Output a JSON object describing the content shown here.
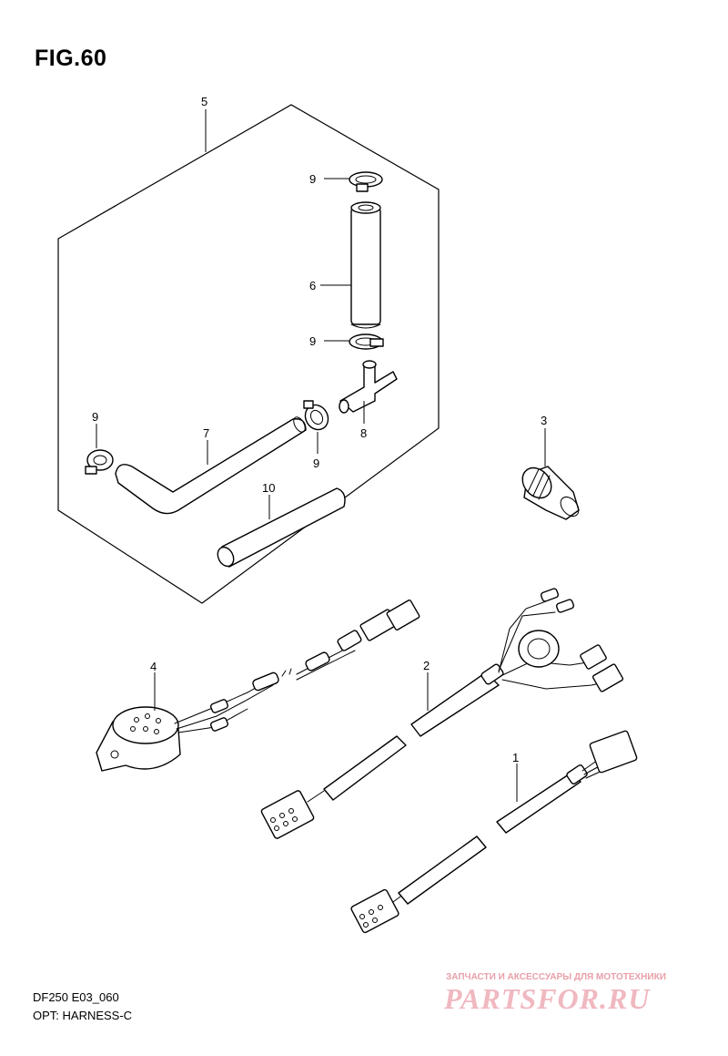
{
  "figure": {
    "title": "FIG.60"
  },
  "callouts": {
    "c1": "1",
    "c2": "2",
    "c3": "3",
    "c4": "4",
    "c5": "5",
    "c6": "6",
    "c7": "7",
    "c8": "8",
    "c9a": "9",
    "c9b": "9",
    "c9c": "9",
    "c9d": "9",
    "c10": "10"
  },
  "footer": {
    "model_code": "DF250 E03_060",
    "description": "OPT: HARNESS-C"
  },
  "watermark": {
    "tagline": "ЗАПЧАСТИ И АКСЕССУАРЫ ДЛЯ МОТОТЕХНИКИ",
    "brand": "PARTSFOR.RU"
  }
}
